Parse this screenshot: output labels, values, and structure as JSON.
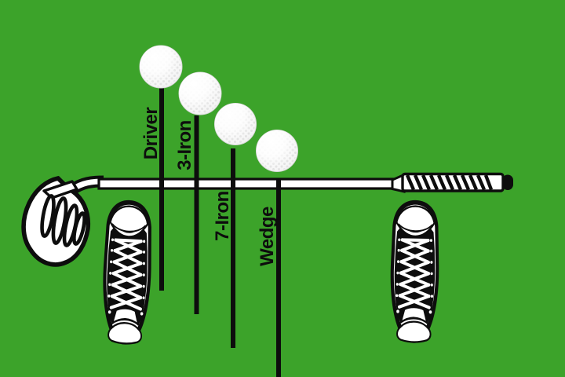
{
  "scene": {
    "background_color": "#3CA32A",
    "line_color": "#0D0D0D",
    "ball_color": "#F6F6F6",
    "markers": [
      {
        "club": "Driver"
      },
      {
        "club": "3-Iron"
      },
      {
        "club": "7-Iron"
      },
      {
        "club": "Wedge"
      }
    ],
    "icons": {
      "club": "golf-iron-club",
      "ball": "golf-ball",
      "shoe": "sneaker-top-view"
    }
  }
}
